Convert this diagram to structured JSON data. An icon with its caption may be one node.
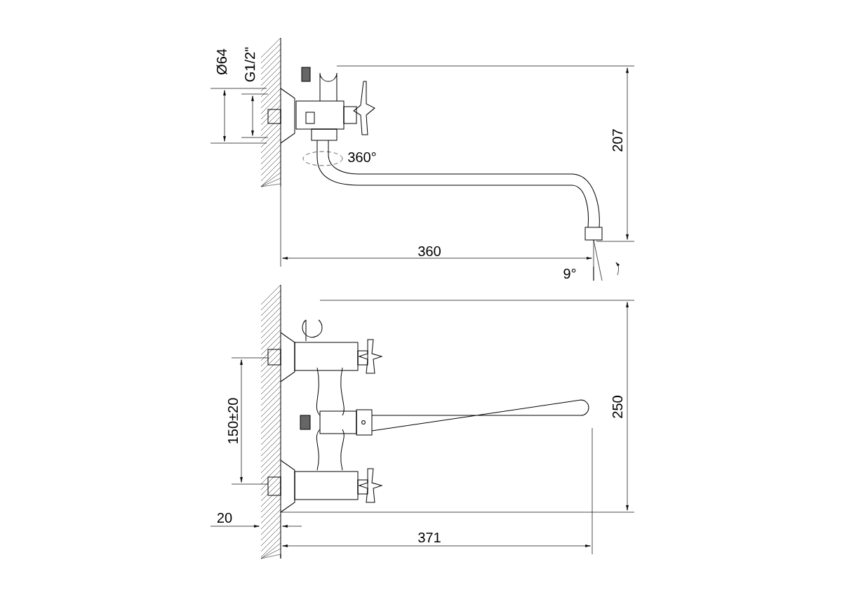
{
  "diagram": {
    "labels": [
      "Ø64",
      "G1/2\"",
      "360°",
      "207",
      "360",
      "9°",
      "150±20",
      "250",
      "20",
      "371"
    ]
  }
}
